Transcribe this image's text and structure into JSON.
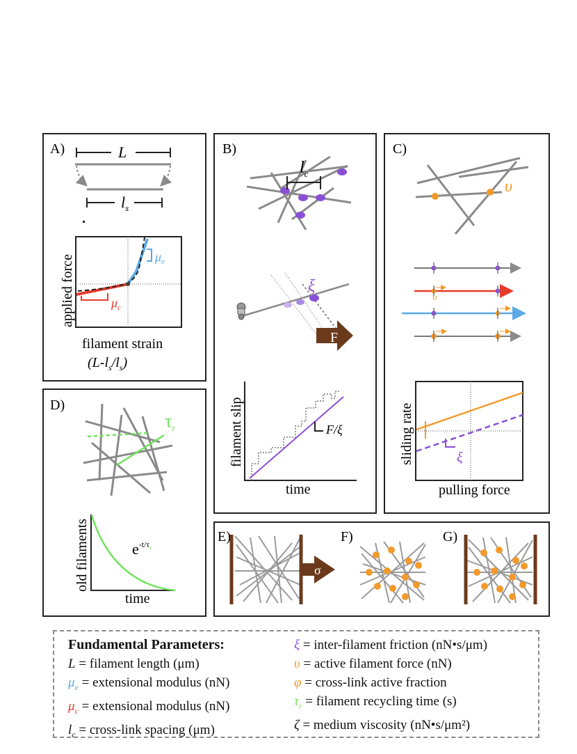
{
  "colors": {
    "gray": "#8a8a8a",
    "blue": "#5aa9e6",
    "red": "#e63a2a",
    "purple": "#8a4fd6",
    "orange": "#f39a2c",
    "green": "#6fe35a",
    "brown": "#6b3a1d"
  },
  "panels": {
    "a": {
      "label": "A)",
      "L": "L",
      "ls": "l",
      "ls_sub": "s",
      "ylabel": "applied force",
      "xlabel": "filament strain",
      "xlabel2": "(L-l",
      "xlabel2_sub1": "s",
      "xlabel2_mid": "/l",
      "xlabel2_sub2": "s",
      "xlabel2_end": ")",
      "mu": "μ",
      "mu_e_sub": "e",
      "mu_c_sub": "c"
    },
    "b": {
      "label": "B)",
      "lc": "l",
      "lc_sub": "c",
      "xi": "ξ",
      "force": "F",
      "ylabel": "filament slip",
      "xlabel": "time",
      "slope": "F/ξ"
    },
    "c": {
      "label": "C)",
      "upsilon": "υ",
      "xi": "ξ",
      "ylabel": "sliding rate",
      "xlabel": "pulling force"
    },
    "d": {
      "label": "D)",
      "tau": "τ",
      "tau_sub": "r",
      "ylabel": "old filaments",
      "xlabel": "time",
      "formula": "e",
      "formula_exp": "-t/τ",
      "formula_exp_sub": "r"
    },
    "e": {
      "label": "E)",
      "sigma": "σ"
    },
    "f": {
      "label": "F)"
    },
    "g": {
      "label": "G)"
    }
  },
  "legend": {
    "title": "Fundamental Parameters:",
    "left": [
      {
        "sym": "L",
        "sub": "",
        "text": " = filament length (μm)",
        "color": "#111111"
      },
      {
        "sym": "μ",
        "sub": "e",
        "text": " = extensional modulus (nN)",
        "color": "#5aa9e6"
      },
      {
        "sym": "μ",
        "sub": "c",
        "text": " = extensional modulus (nN)",
        "color": "#e63a2a"
      },
      {
        "sym": "l",
        "sub": "c",
        "text": " = cross-link spacing (μm)",
        "color": "#111111"
      }
    ],
    "right": [
      {
        "sym": "ξ",
        "sub": "",
        "text": " = inter-filament friction (nN•s/μm)",
        "color": "#8a4fd6"
      },
      {
        "sym": "υ",
        "sub": "",
        "text": " = active filament force (nN)",
        "color": "#f39a2c"
      },
      {
        "sym": "φ",
        "sub": "",
        "text": " = cross-link active fraction",
        "color": "#f39a2c"
      },
      {
        "sym": "τ",
        "sub": "r",
        "text": " = filament recycling time (s)",
        "color": "#6fe35a"
      },
      {
        "sym": "ζ",
        "sub": "",
        "text": " = medium viscosity (nN•s/μm²)",
        "color": "#111111"
      }
    ]
  }
}
